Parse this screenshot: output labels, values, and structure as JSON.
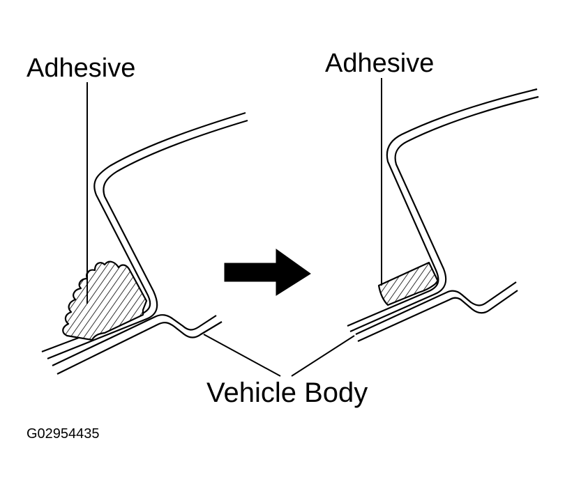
{
  "labels": {
    "adhesive_left": "Adhesive",
    "adhesive_right": "Adhesive",
    "vehicle_body": "Vehicle Body",
    "figure_code": "G02954435"
  },
  "colors": {
    "ink": "#000000",
    "background": "#ffffff"
  },
  "icons": {
    "arrow": "arrow-right-icon"
  }
}
